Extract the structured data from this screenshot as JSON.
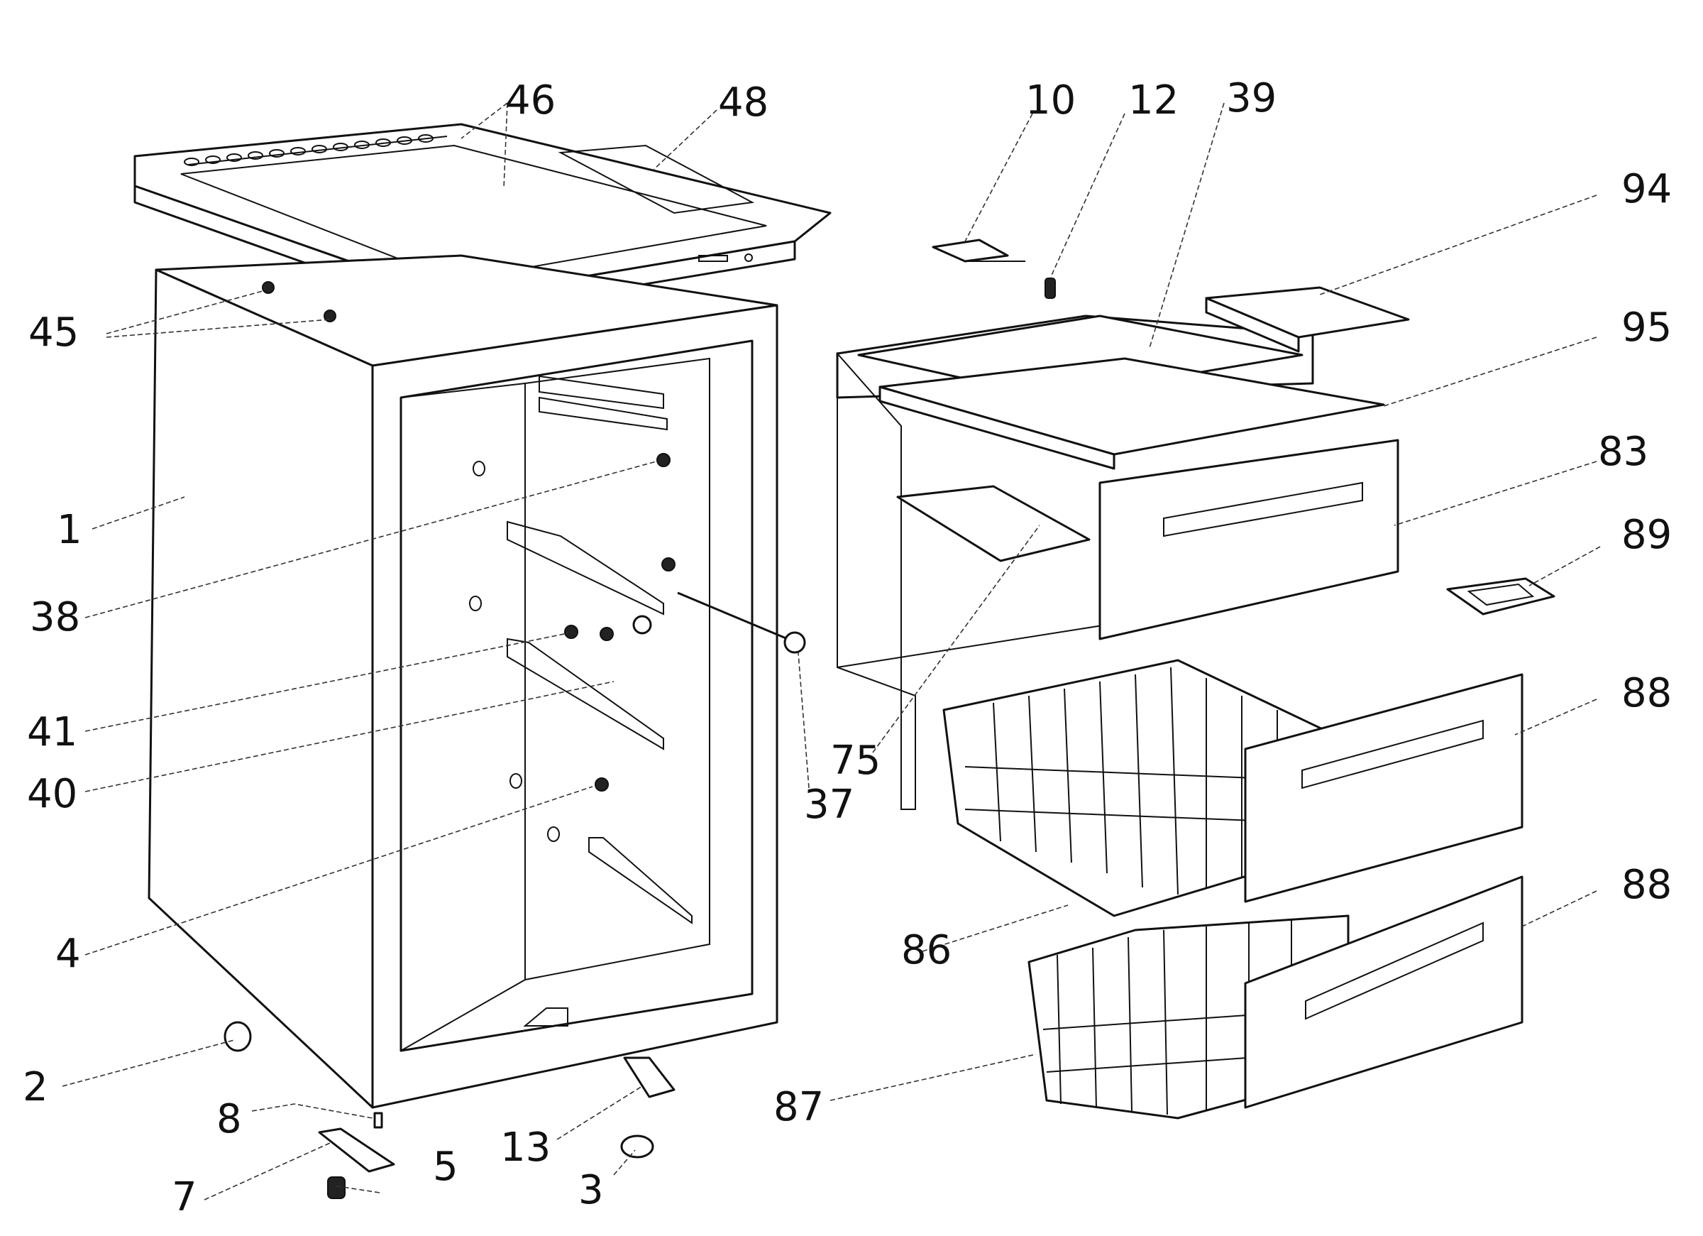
{
  "diagram": {
    "colors": {
      "line": "#111111",
      "leader": "#333333",
      "background": "#ffffff"
    },
    "parts": [
      {
        "id": "p1",
        "label": "1"
      },
      {
        "id": "p2",
        "label": "2"
      },
      {
        "id": "p3",
        "label": "3"
      },
      {
        "id": "p4",
        "label": "4"
      },
      {
        "id": "p5",
        "label": "5"
      },
      {
        "id": "p7",
        "label": "7"
      },
      {
        "id": "p8",
        "label": "8"
      },
      {
        "id": "p10",
        "label": "10"
      },
      {
        "id": "p12",
        "label": "12"
      },
      {
        "id": "p13",
        "label": "13"
      },
      {
        "id": "p37",
        "label": "37"
      },
      {
        "id": "p38",
        "label": "38"
      },
      {
        "id": "p39",
        "label": "39"
      },
      {
        "id": "p40",
        "label": "40"
      },
      {
        "id": "p41",
        "label": "41"
      },
      {
        "id": "p45",
        "label": "45"
      },
      {
        "id": "p46",
        "label": "46"
      },
      {
        "id": "p48",
        "label": "48"
      },
      {
        "id": "p75",
        "label": "75"
      },
      {
        "id": "p83",
        "label": "83"
      },
      {
        "id": "p86",
        "label": "86"
      },
      {
        "id": "p87",
        "label": "87"
      },
      {
        "id": "p88a",
        "label": "88"
      },
      {
        "id": "p88b",
        "label": "88"
      },
      {
        "id": "p89",
        "label": "89"
      },
      {
        "id": "p94",
        "label": "94"
      },
      {
        "id": "p95",
        "label": "95"
      }
    ]
  }
}
